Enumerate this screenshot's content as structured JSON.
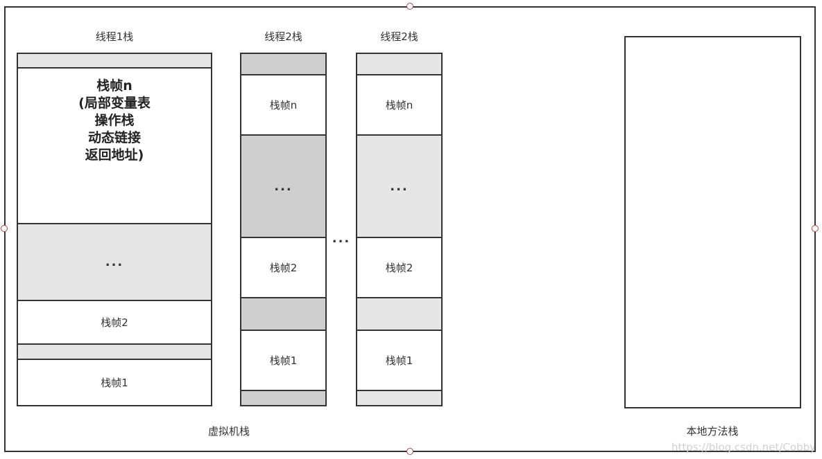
{
  "thread_labels": [
    "线程1栈",
    "线程2栈",
    "线程2栈"
  ],
  "big_frame_lines": [
    "栈帧n",
    "(局部变量表",
    "操作栈",
    "动态链接",
    "返回地址)"
  ],
  "frame_n": "栈帧n",
  "frame_2": "栈帧2",
  "frame_1": "栈帧1",
  "ellipsis": "...",
  "between_ellipsis": "...",
  "vm_stack_label": "虚拟机栈",
  "native_stack_label": "本地方法栈",
  "watermark": "https://blog.csdn.net/Cobbyer"
}
